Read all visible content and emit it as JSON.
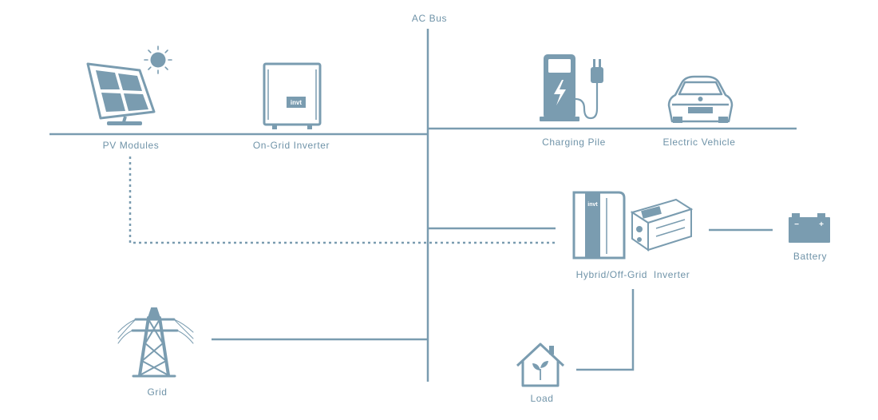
{
  "colors": {
    "line": "#7a9cb0",
    "icon": "#7a9cb0",
    "text": "#6f93a8",
    "white": "#ffffff"
  },
  "labels": {
    "ac_bus": "AC Bus",
    "pv_modules": "PV Modules",
    "on_grid_inverter": "On-Grid Inverter",
    "charging_pile": "Charging Pile",
    "electric_vehicle": "Electric Vehicle",
    "hybrid_inverter": "Hybrid/Off-Grid  Inverter",
    "battery": "Battery",
    "grid": "Grid",
    "load": "Load"
  },
  "brand": {
    "logo_text": "invt"
  },
  "battery_terminals": {
    "minus": "−",
    "plus": "+"
  }
}
